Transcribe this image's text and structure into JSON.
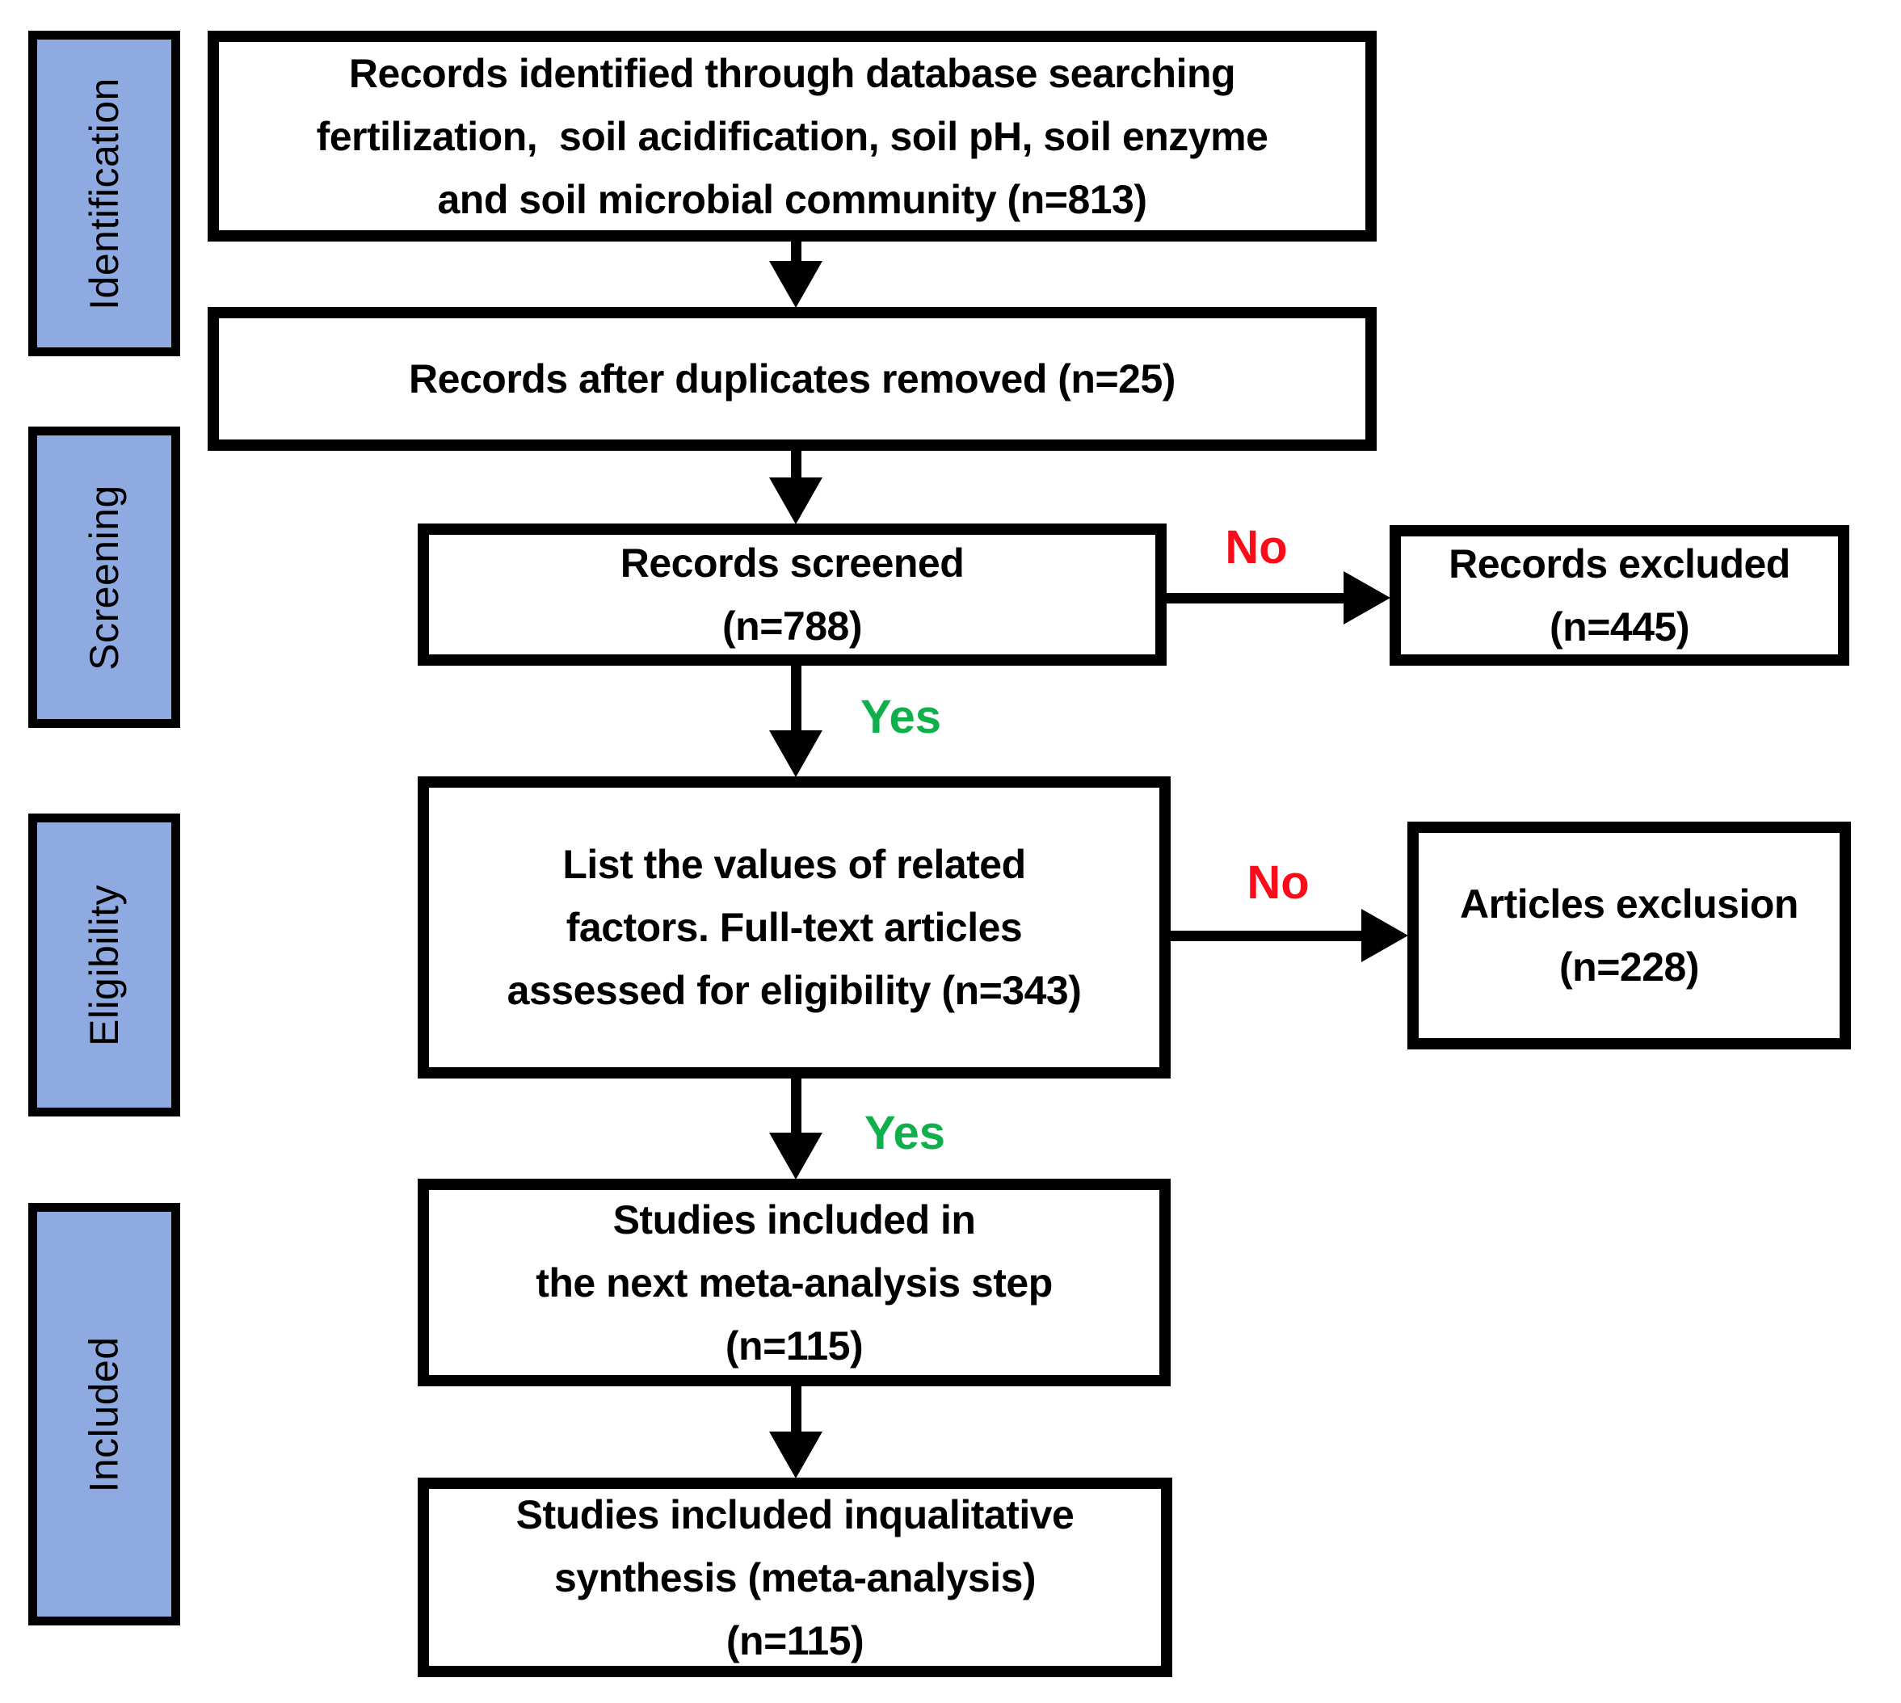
{
  "figure": {
    "type": "prisma-flow-diagram"
  },
  "palette": {
    "sidebar_fill": "#8FA9E1",
    "box_fill": "#FFFFFF",
    "ink": "#000000",
    "no_color": "#FA0D1A",
    "yes_color": "#0FAF4B"
  },
  "sidebar": {
    "stages": [
      {
        "id": "identification",
        "label": "Identification"
      },
      {
        "id": "screening",
        "label": "Screening"
      },
      {
        "id": "eligibility",
        "label": "Eligibility"
      },
      {
        "id": "included",
        "label": "Included"
      }
    ]
  },
  "boxes": {
    "identified": {
      "n": 813,
      "lines": [
        "Records identified through database searching",
        "fertilization,  soil acidification, soil pH, soil enzyme",
        "and soil microbial community (n=813)"
      ]
    },
    "deduplicated": {
      "n": 25,
      "lines": [
        "Records after duplicates removed (n=25)"
      ]
    },
    "screened": {
      "n": 788,
      "lines": [
        "Records screened",
        "(n=788)"
      ]
    },
    "records_excluded": {
      "n": 445,
      "lines": [
        "Records excluded",
        "(n=445)"
      ]
    },
    "eligibility": {
      "n": 343,
      "lines": [
        "List the values of related",
        "factors. Full-text articles",
        "assessed for eligibility (n=343)"
      ]
    },
    "articles_exclusion": {
      "n": 228,
      "lines": [
        "Articles exclusion",
        "(n=228)"
      ]
    },
    "included_meta": {
      "n": 115,
      "lines": [
        "Studies included in",
        "the next meta-analysis step",
        "(n=115)"
      ]
    },
    "included_synthesis": {
      "n": 115,
      "lines": [
        "Studies included inqualitative",
        "synthesis (meta-analysis)",
        "(n=115)"
      ]
    }
  },
  "decisions": {
    "no_label": "No",
    "yes_label": "Yes"
  }
}
